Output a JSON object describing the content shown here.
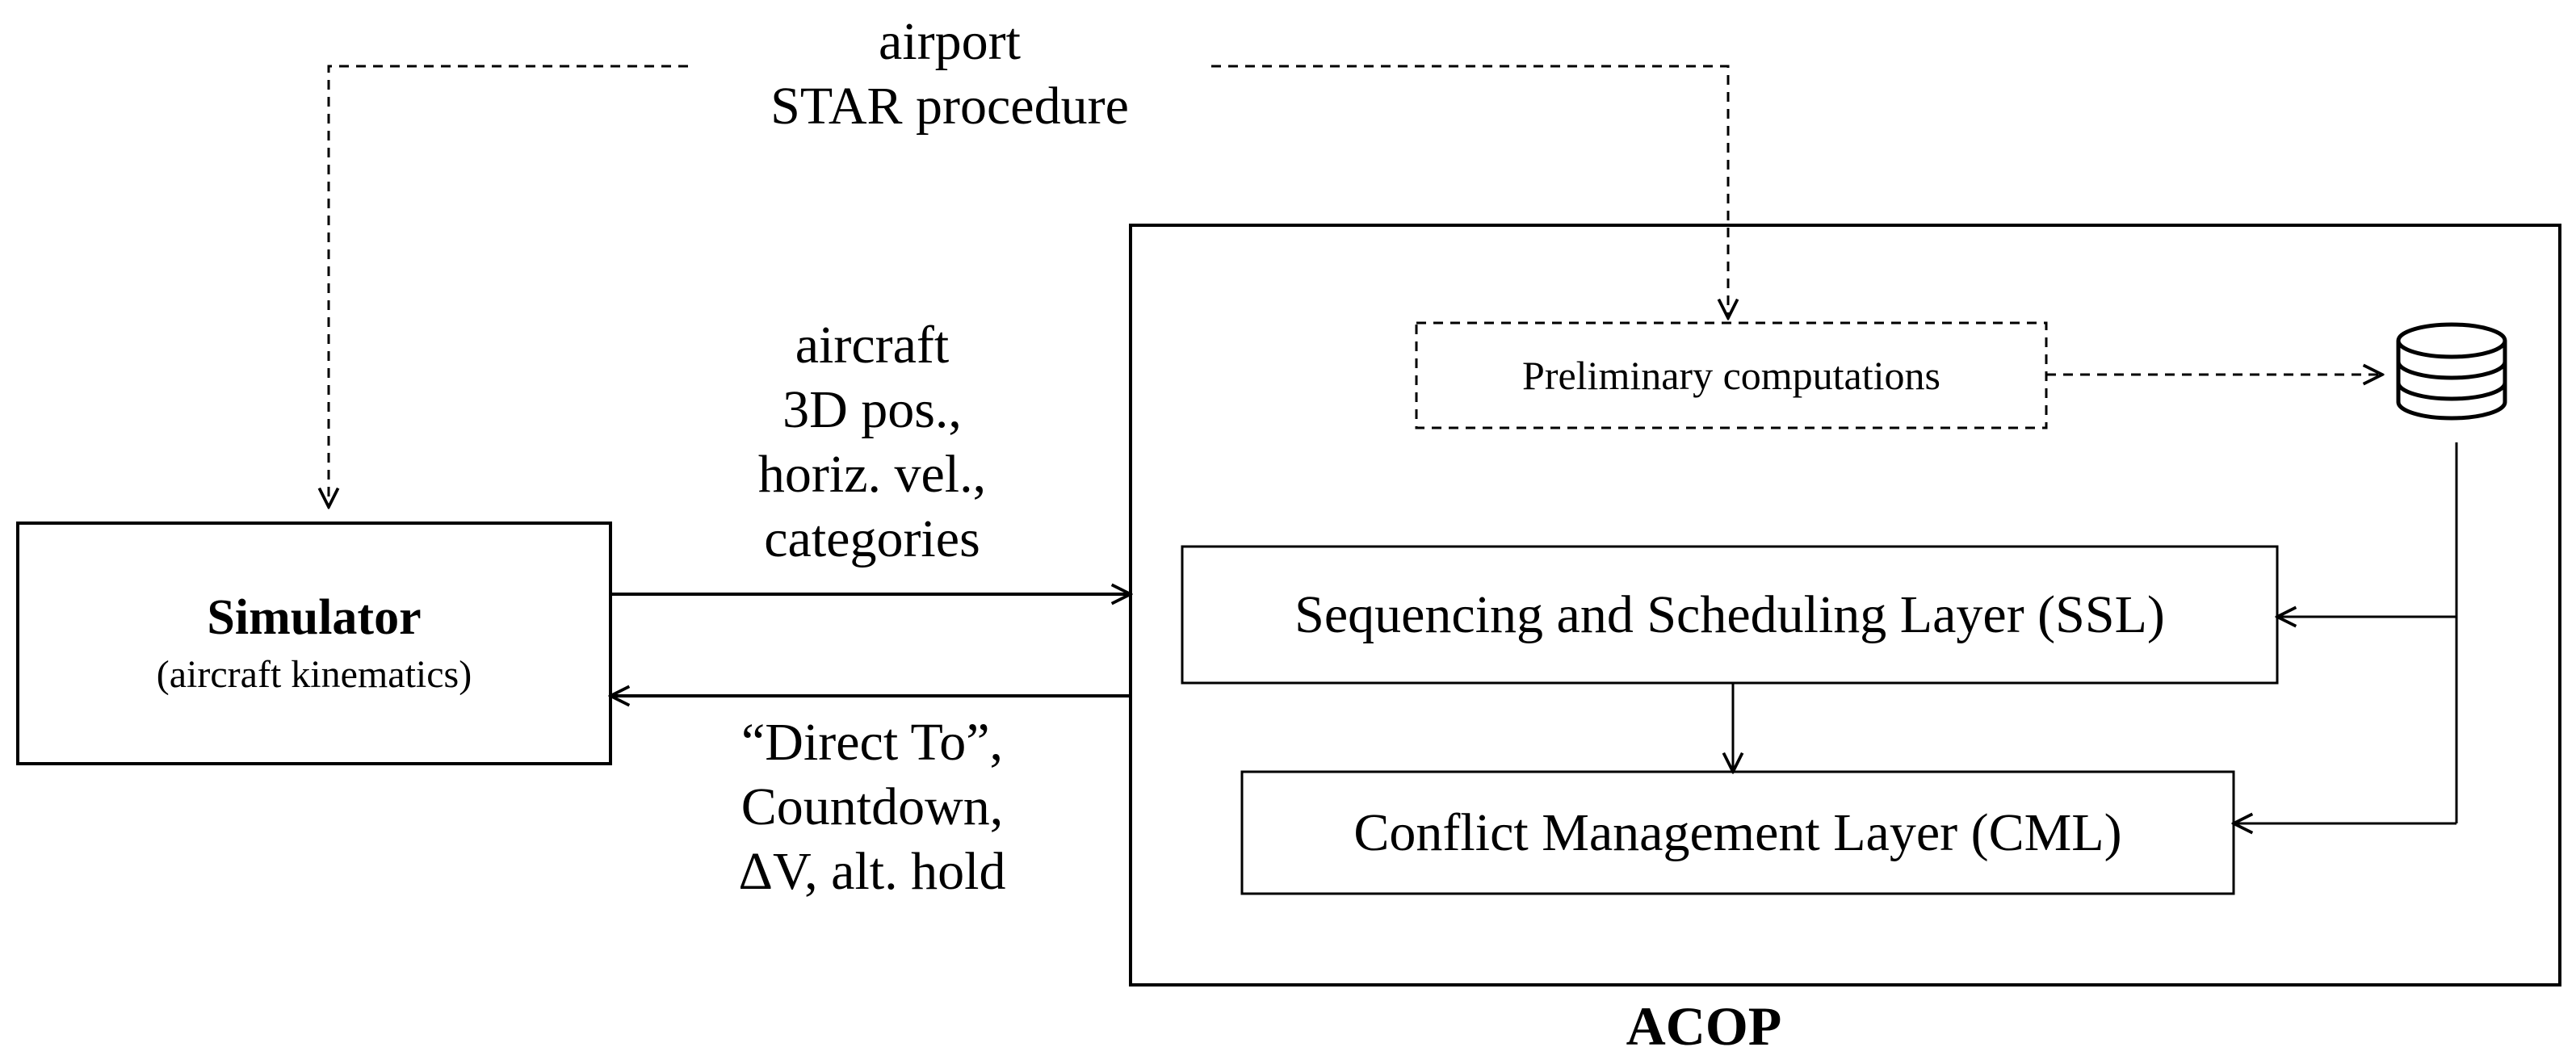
{
  "top_input": {
    "line1": "airport",
    "line2": "STAR procedure"
  },
  "simulator": {
    "title": "Simulator",
    "subtitle": "(aircraft kinematics)"
  },
  "to_acop": {
    "line1": "aircraft",
    "line2": "3D pos.,",
    "line3": "horiz. vel.,",
    "line4": "categories"
  },
  "from_acop": {
    "line1": "“Direct To”,",
    "line2": "Countdown,",
    "line3": "ΔV, alt. hold"
  },
  "acop": {
    "title": "ACOP",
    "preliminary": "Preliminary computations",
    "ssl": "Sequencing and Scheduling Layer (SSL)",
    "cml": "Conflict Management Layer (CML)"
  },
  "database_icon": "database-icon"
}
